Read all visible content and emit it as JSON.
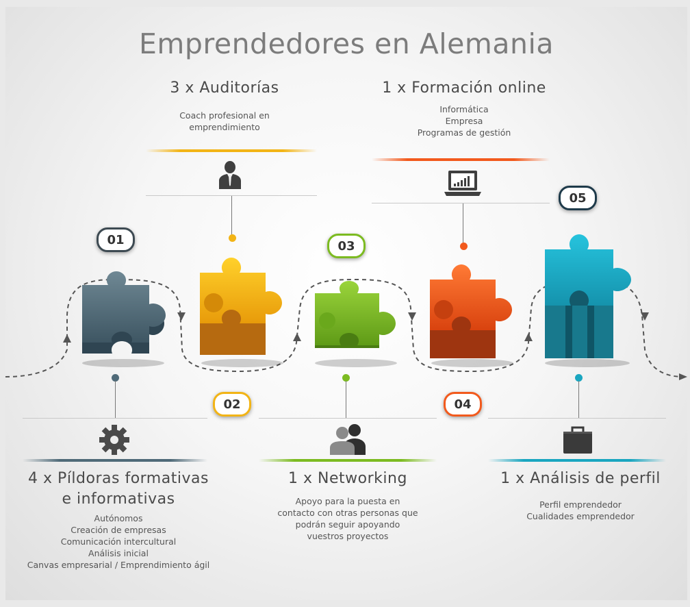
{
  "title": "Emprendedores en Alemania",
  "steps": [
    {
      "number": "01",
      "heading_line1": "4 x Píldoras formativas",
      "heading_line2": "e informativas",
      "items": [
        "Autónomos",
        "Creación de empresas",
        "Comunicación intercultural",
        "Análisis inicial",
        "Canvas empresarial / Emprendimiento ágil"
      ],
      "color": "#4f6a78",
      "icon": "gear-icon"
    },
    {
      "number": "02",
      "heading": "3 x Auditorías",
      "items": [
        "Coach profesional en",
        "emprendimiento"
      ],
      "color": "#f2b416",
      "icon": "businessman-icon"
    },
    {
      "number": "03",
      "heading": "1 x Networking",
      "items": [
        "Apoyo para la puesta en",
        "contacto con otras personas que",
        "podrán seguir apoyando",
        "vuestros proyectos"
      ],
      "color": "#7cbb21",
      "icon": "people-icon"
    },
    {
      "number": "04",
      "heading": "1 x Formación online",
      "items": [
        "Informática",
        "Empresa",
        "Programas de gestión"
      ],
      "color": "#f25a1d",
      "icon": "laptop-chart-icon"
    },
    {
      "number": "05",
      "heading": "1 x Análisis de perfil",
      "items": [
        "Perfil emprendedor",
        "Cualidades  emprendedor"
      ],
      "color": "#1aa6c0",
      "icon": "briefcase-icon"
    }
  ]
}
